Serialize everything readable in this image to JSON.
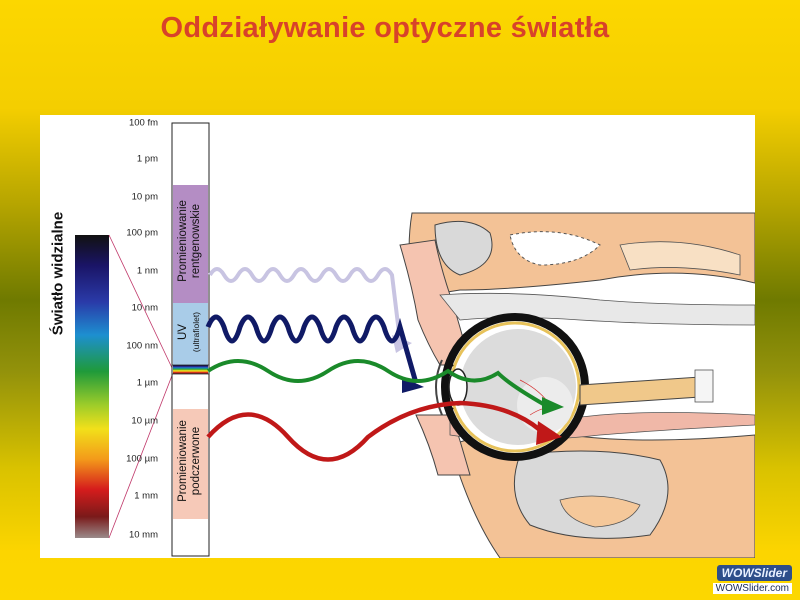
{
  "title": "Oddziaływanie optyczne światła",
  "visible_light_label": "Światło widzialne",
  "scale": {
    "ticks": [
      "100 fm",
      "1 pm",
      "10 pm",
      "100 pm",
      "1 nm",
      "10 nm",
      "100 nm",
      "1 µm",
      "10 µm",
      "100 µm",
      "1 mm",
      "10 mm"
    ]
  },
  "bands": {
    "xray": {
      "line1": "Promieniowanie",
      "line2": "rentgenowskie",
      "color": "#b48dc4"
    },
    "uv": {
      "line1": "UV",
      "line2": "(ultrafiolet)",
      "color": "#a9cce8"
    },
    "ir": {
      "line1": "Promieniowanie",
      "line2": "podczerwone",
      "color": "#f6c9b8"
    }
  },
  "waves": {
    "xray_color": "#c8c4e2",
    "uv_color": "#101a66",
    "visible_color": "#1a8a2a",
    "ir_color": "#c01818"
  },
  "watermark": {
    "logo": "WOWSlider",
    "url": "WOWSlider.com"
  }
}
